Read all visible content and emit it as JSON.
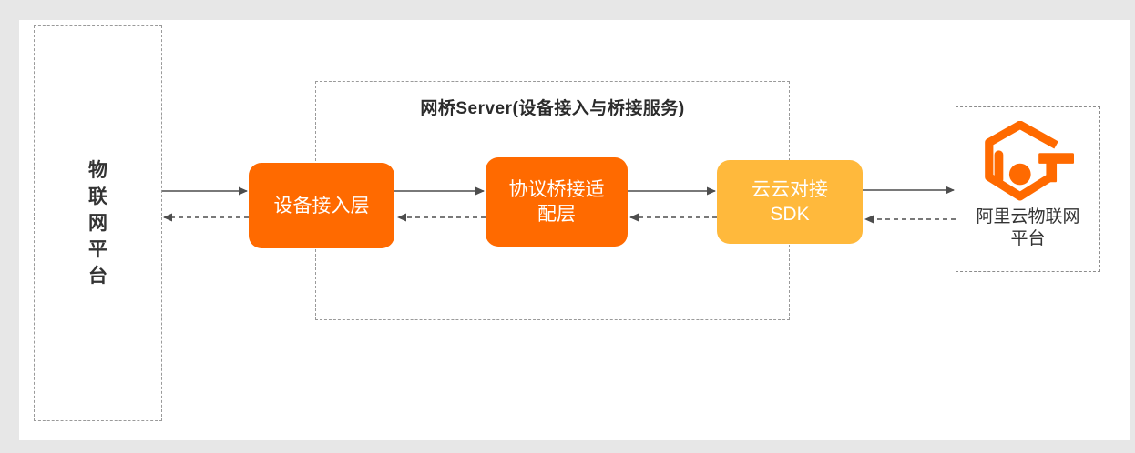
{
  "page": {
    "background": "#e7e7e7",
    "card_background": "#ffffff"
  },
  "colors": {
    "orange": "#FF6A00",
    "amber": "#FFB93C",
    "arrow": "#4d4d4d",
    "dashed_border": "#9a9a9a",
    "text_dark": "#333333"
  },
  "left_panel": {
    "label": "物联网平台",
    "chars": [
      "物",
      "联",
      "网",
      "平",
      "台"
    ]
  },
  "bridge_server": {
    "title": "网桥Server(设备接入与桥接服务)"
  },
  "nodes": [
    {
      "id": "device-access-layer",
      "lines": [
        "设备接入层"
      ],
      "color": "#FF6A00"
    },
    {
      "id": "protocol-bridge-adapter-layer",
      "lines": [
        "协议桥接适",
        "配层"
      ],
      "color": "#FF6A00"
    },
    {
      "id": "cloud-to-cloud-sdk",
      "lines": [
        "云云对接",
        "SDK"
      ],
      "color": "#FFB93C"
    }
  ],
  "aliyun_platform": {
    "lines": [
      "阿里云物联网",
      "平台"
    ],
    "logo": "aliyun-iot-logo"
  },
  "connections": {
    "forward_style": "solid",
    "backward_style": "dashed"
  }
}
